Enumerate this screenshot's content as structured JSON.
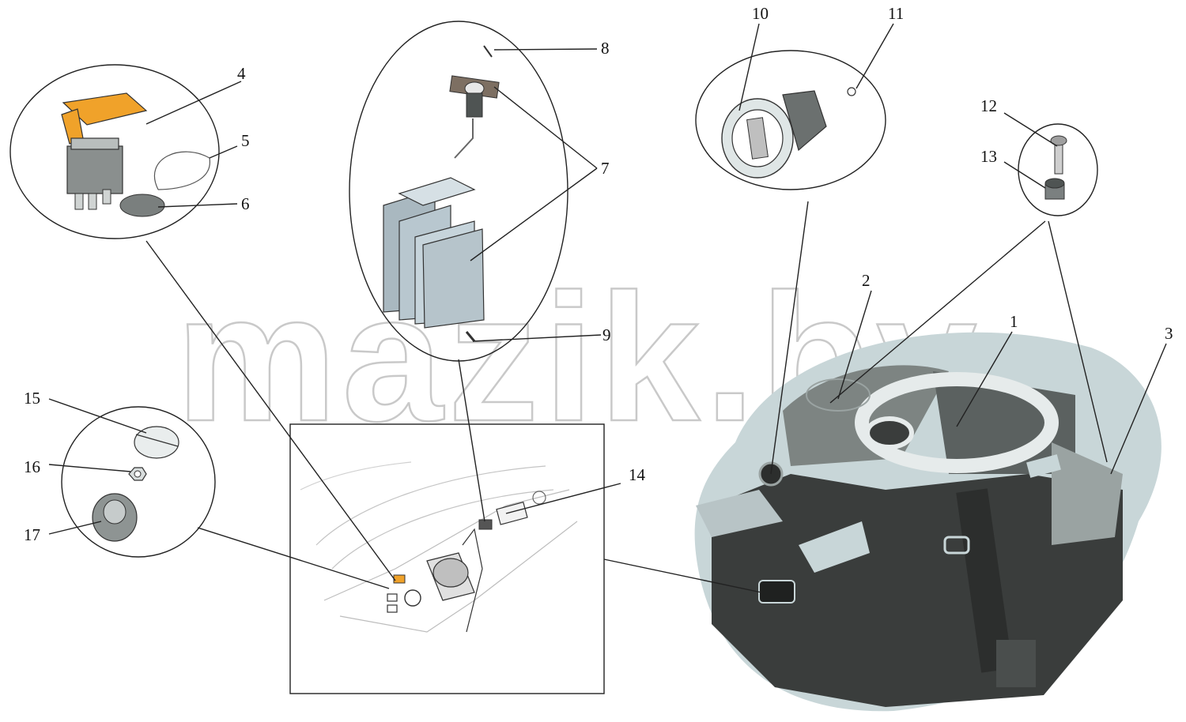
{
  "watermark": "mazik.by",
  "callouts": [
    "1",
    "2",
    "3",
    "4",
    "5",
    "6",
    "7",
    "8",
    "9",
    "10",
    "11",
    "12",
    "13",
    "14",
    "15",
    "16",
    "17"
  ],
  "colors": {
    "switch_cover": "#f0a22a",
    "cabin_dark": "#3a3d3c",
    "cabin_mid": "#7d8482",
    "cabin_light": "#c8d6d8",
    "outline": "#222222"
  }
}
